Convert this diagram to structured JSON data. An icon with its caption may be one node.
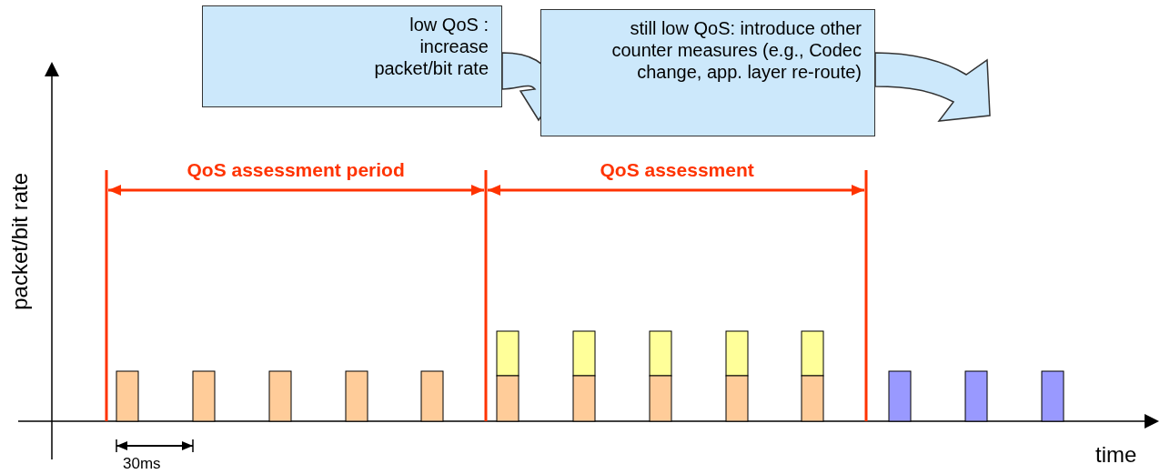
{
  "diagram": {
    "nodes": [
      {
        "text": [
          "low QoS : increase packet/bit rate"
        ]
      },
      {
        "text": [
          "still low QoS: introduce other counter measures (e.g., Codec change,  app. layer re-route)"
        ]
      }
    ],
    "edges": [
      {
        "from": 0,
        "to": 1,
        "arrow": "to"
      },
      {
        "from": 1,
        "to": null,
        "arrow": "to"
      }
    ],
    "labels": [
      "QoS assessment period",
      "QoS assessment",
      "packet/bit rate",
      "30ms",
      "time"
    ]
  }
}
